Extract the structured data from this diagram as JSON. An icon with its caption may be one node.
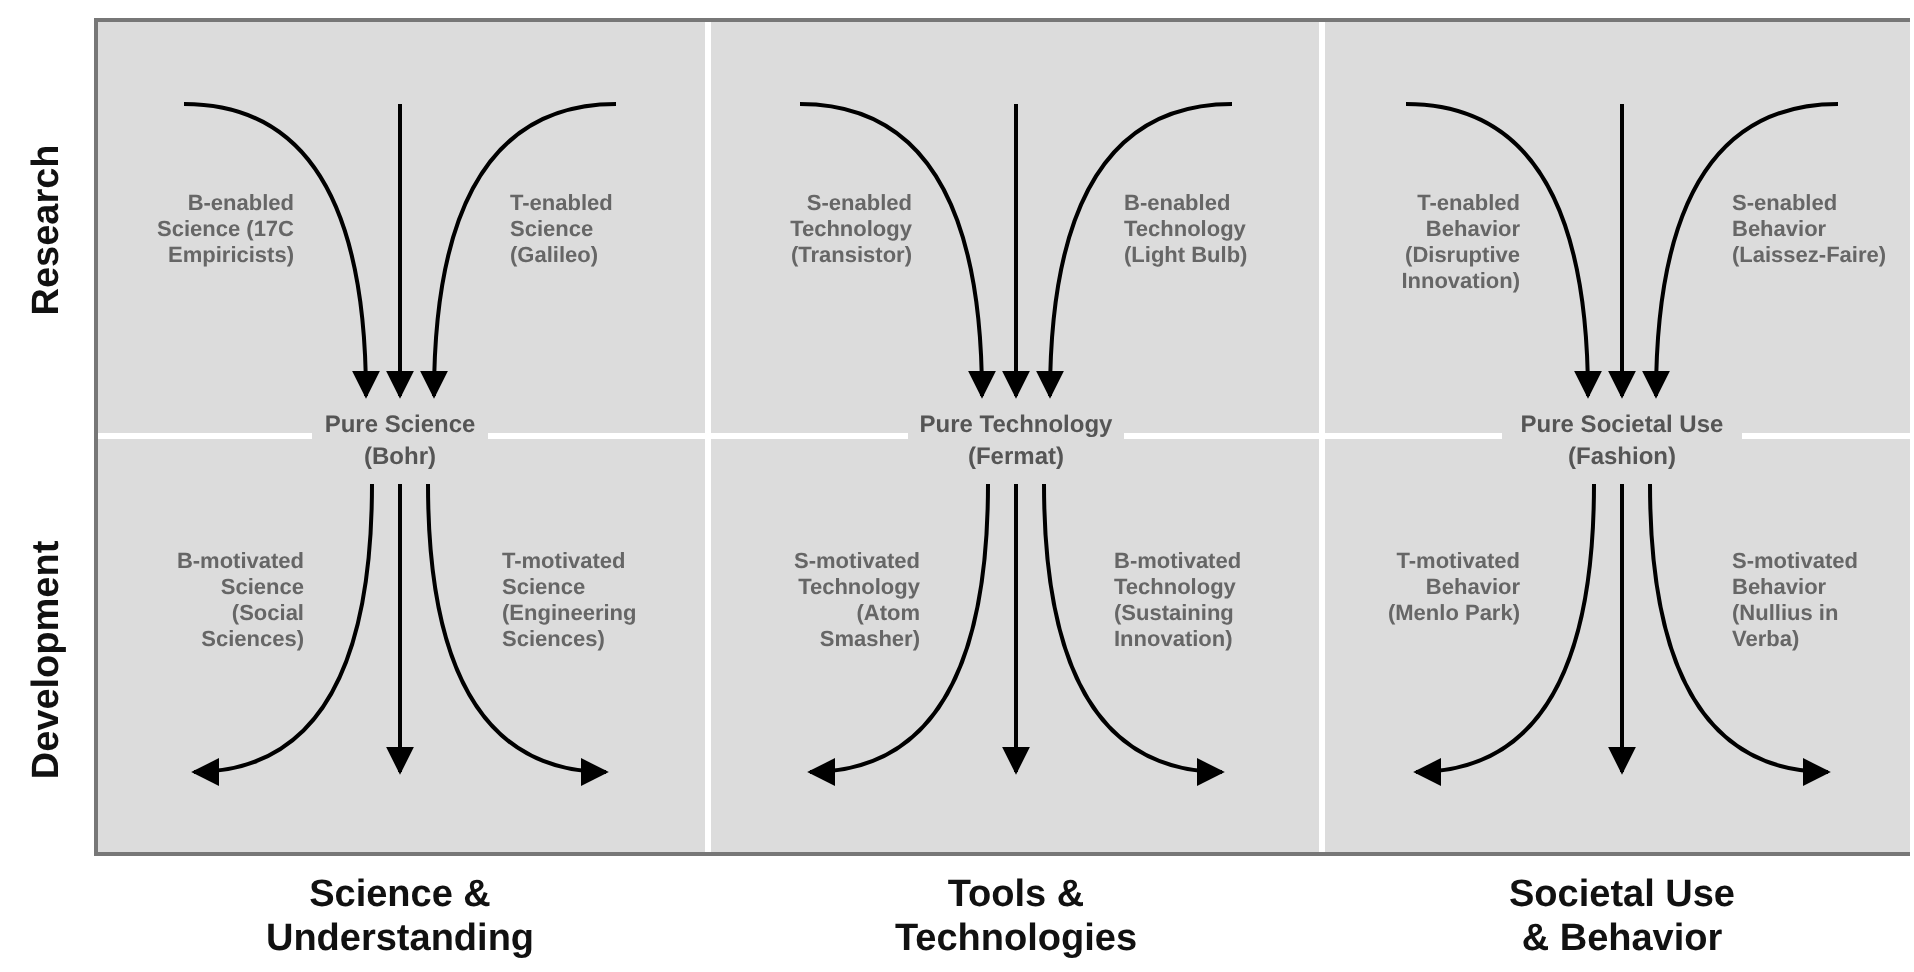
{
  "diagram": {
    "nodes": [
      {
        "text": [
          "Pure Science (Bohr)"
        ]
      },
      {
        "text": [
          "Pure Technology (Fermat)"
        ]
      },
      {
        "text": [
          "Pure Societal Use (Fashion)"
        ]
      }
    ],
    "edges": [
      {
        "from": null,
        "to": 0,
        "arrow": "to"
      },
      {
        "from": null,
        "to": 0,
        "arrow": "to"
      },
      {
        "from": null,
        "to": 0,
        "arrow": "to"
      },
      {
        "from": null,
        "to": 1,
        "arrow": "to"
      },
      {
        "from": null,
        "to": 1,
        "arrow": "to"
      },
      {
        "from": null,
        "to": 1,
        "arrow": "to"
      },
      {
        "from": null,
        "to": 2,
        "arrow": "to"
      },
      {
        "from": null,
        "to": 2,
        "arrow": "to"
      },
      {
        "from": null,
        "to": 2,
        "arrow": "to"
      },
      {
        "from": 0,
        "to": null,
        "arrow": "to"
      },
      {
        "from": 0,
        "to": null,
        "arrow": "to"
      },
      {
        "from": 0,
        "to": null,
        "arrow": "to"
      },
      {
        "from": 1,
        "to": null,
        "arrow": "to"
      },
      {
        "from": 1,
        "to": null,
        "arrow": "to"
      },
      {
        "from": 1,
        "to": null,
        "arrow": "to"
      },
      {
        "from": 2,
        "to": null,
        "arrow": "to"
      },
      {
        "from": 2,
        "to": null,
        "arrow": "to"
      },
      {
        "from": 2,
        "to": null,
        "arrow": "to"
      }
    ],
    "labels": [
      "Research",
      "B-enabled Science (17C Empiricists)",
      "T-enabled Science (Galileo)",
      "S-enabled Technology (Transistor)",
      "B-enabled Technology (Light Bulb)",
      "T-enabled Behavior (Disruptive Innovation)",
      "S-enabled Behavior (Laissez-Faire)",
      "Development",
      "B-motivated Science (Social Sciences)",
      "T-motivated Science (Engineering Sciences)",
      "S-motivated Technology (Atom Smasher)",
      "B-motivated Technology (Sustaining Innovation)",
      "T-motivated Behavior (Menlo Park)",
      "S-motivated Behavior (Nullius in Verba)",
      "Science & Understanding",
      "Tools & Technologies",
      "Societal Use & Behavior"
    ]
  }
}
